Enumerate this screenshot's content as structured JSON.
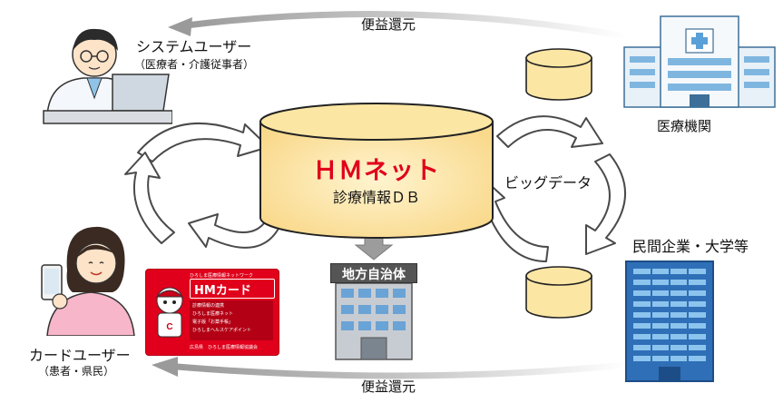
{
  "diagram": {
    "top_arrow_label": "便益還元",
    "bottom_arrow_label": "便益還元",
    "system_user": {
      "title": "システムユーザー",
      "subtitle": "（医療者・介護従事者）"
    },
    "card_user": {
      "title": "カードユーザー",
      "subtitle": "（患者・県民）"
    },
    "hm_net": {
      "title": "ＨＭネット",
      "subtitle": "診療情報ＤＢ"
    },
    "medical": {
      "label": "医療機関"
    },
    "private": {
      "label": "民間企業・大学等"
    },
    "big_data": {
      "label": "ビッグデータ"
    },
    "local_gov": {
      "sign": "地方自治体"
    },
    "card": {
      "header_small": "ひろしま医療情報ネットワーク",
      "brand": "HMカード",
      "lines": [
        "診療情報の連携",
        "ひろしま医療ネット",
        "電子版「お薬手帳」",
        "ひろしまヘルスケアポイント"
      ],
      "footer": "広島県　ひろしま医療情報協議会"
    },
    "colors": {
      "accent_red": "#e0001b",
      "db_yellow": "#fde7a6",
      "arrow_gray": "#a9a9a9"
    }
  }
}
